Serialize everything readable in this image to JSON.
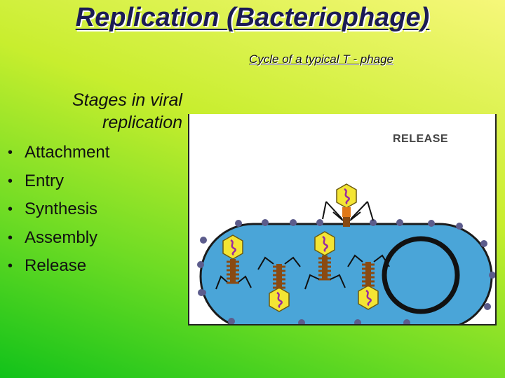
{
  "slide": {
    "title": "Replication (Bacteriophage)",
    "subtitle": "Cycle of a typical T - phage",
    "stages_heading_line1": "Stages in viral",
    "stages_heading_line2": "replication",
    "stages": [
      "Attachment",
      "Entry",
      "Synthesis",
      "Assembly",
      "Release"
    ]
  },
  "figure": {
    "label": "RELEASE",
    "colors": {
      "cell": "#4aa5d8",
      "cell_border": "#1b1b1b",
      "capsid": "#f4e534",
      "dna": "#9a2aa0",
      "tail": "#8a4a12",
      "receptor": "#5c5c8c"
    }
  }
}
